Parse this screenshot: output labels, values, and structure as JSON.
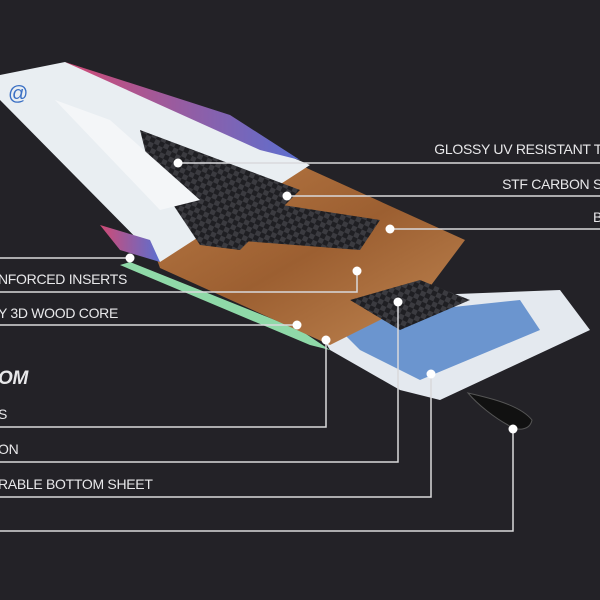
{
  "labels": {
    "top_sheet": "GLOSSY UV RESISTANT T",
    "carbon_stringers": "STF CARBON S",
    "b_label": "B",
    "inserts": "NFORCED INSERTS",
    "wood_core": "Y 3D WOOD CORE",
    "bottom_heading": "OM",
    "s_label": "S",
    "on_label": "ON",
    "bottom_sheet": "RABLE BOTTOM SHEET"
  },
  "colors": {
    "background": "#232227",
    "callout": "#d9d9dc",
    "wood": "#a8693a",
    "carbon": "#2a2a2e",
    "rail": "#8fd9a8",
    "top_sheet": "#e9eef2",
    "accent_blue": "#5b8fd0",
    "accent_magenta": "#c0407a"
  }
}
